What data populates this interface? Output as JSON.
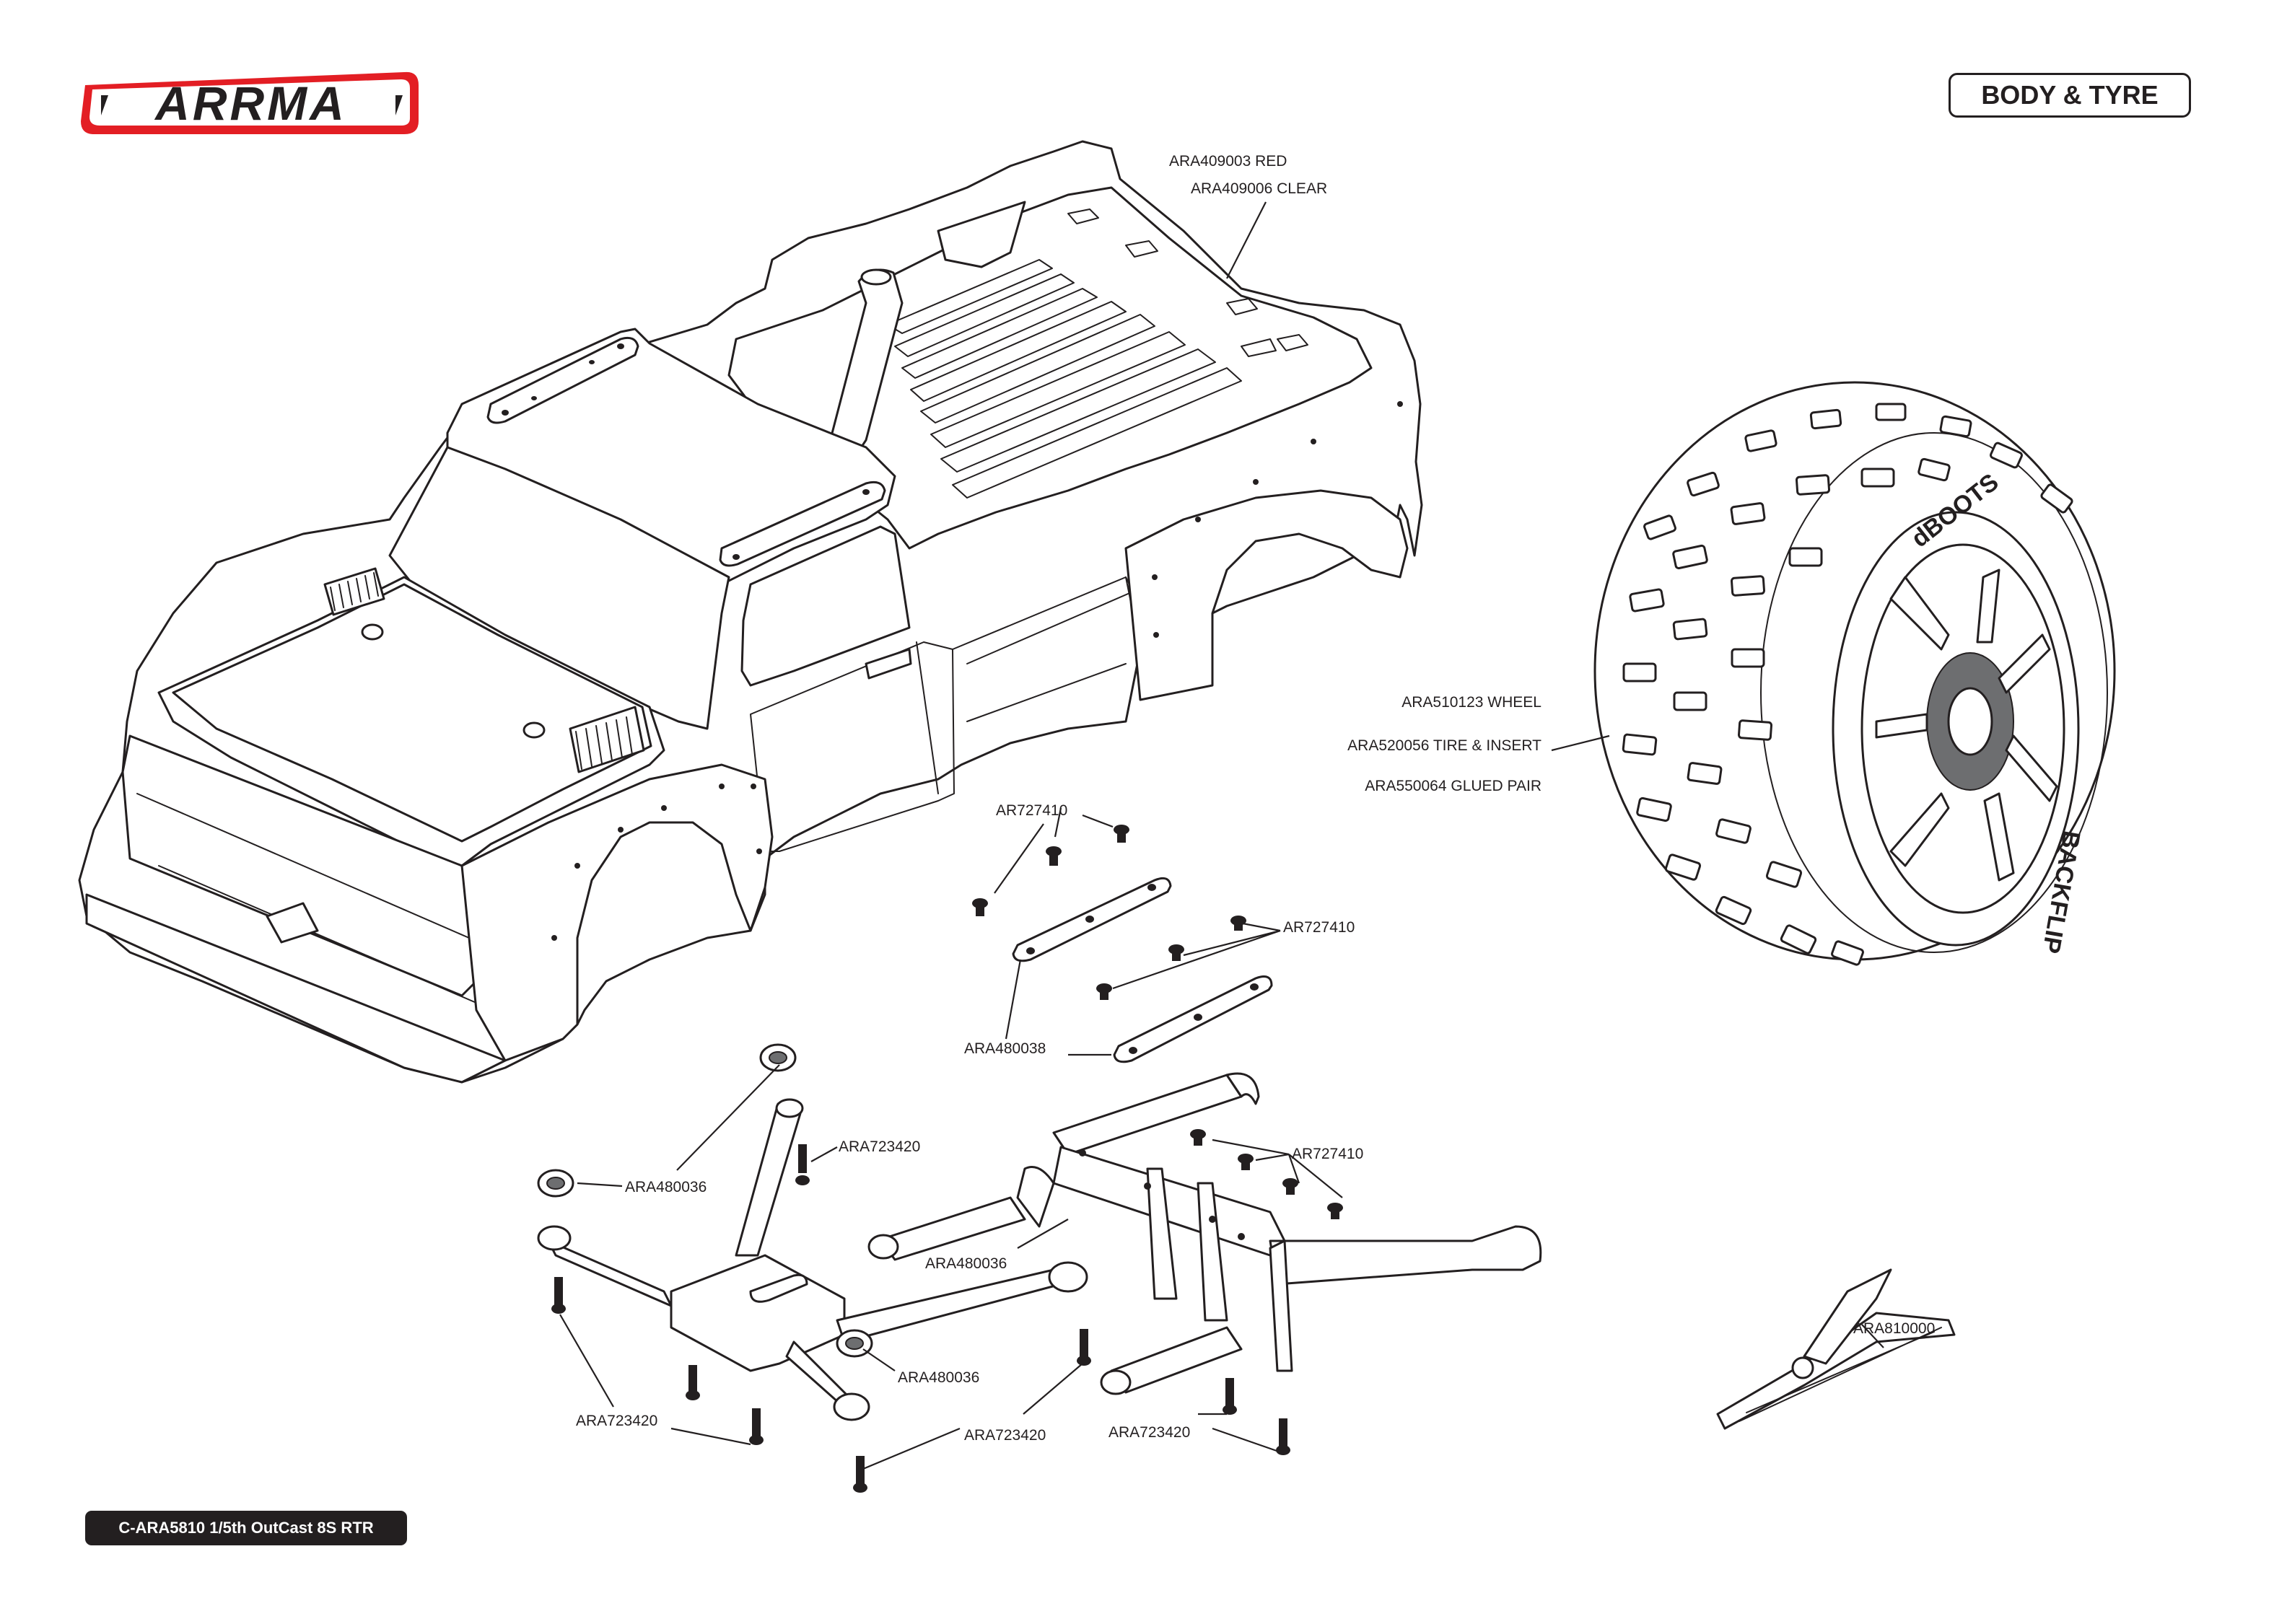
{
  "brand": {
    "logo_text": "ARRMA",
    "logo_red": "#e31e24",
    "logo_black": "#231f20"
  },
  "section_title": "BODY & TYRE",
  "footer": {
    "model": "C-ARA5810 1/5th OutCast 8S RTR"
  },
  "callouts": {
    "body_red": "ARA409003 RED",
    "body_clear": "ARA409006 CLEAR",
    "wheel": "ARA510123 WHEEL",
    "tire_insert": "ARA520056 TIRE & INSERT",
    "glued_pair": "ARA550064 GLUED PAIR",
    "screw_a": "AR727410",
    "screw_b": "AR727410",
    "screw_c": "AR727410",
    "mount_plate": "ARA480038",
    "post_mount_a": "ARA480036",
    "post_mount_b": "ARA480036",
    "post_mount_c": "ARA480036",
    "cap_screw_a": "ARA723420",
    "cap_screw_b": "ARA723420",
    "cap_screw_c": "ARA723420",
    "cap_screw_d": "ARA723420",
    "tool": "ARA810000"
  },
  "tire_sidewall": {
    "brand_text": "dBOOTS",
    "model_text": "BACKFLIP"
  }
}
